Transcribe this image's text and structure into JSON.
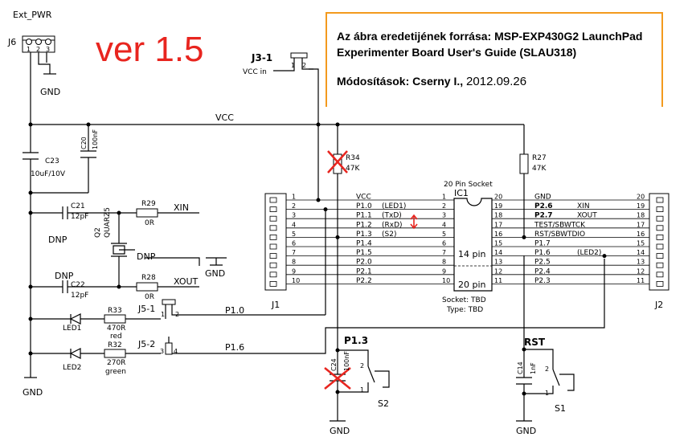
{
  "version_label": "ver 1.5",
  "info": {
    "source_line1": "Az ábra eredetijének forrása: MSP-EXP430G2 LaunchPad",
    "source_line2": "Experimenter Board User's Guide (SLAU318)",
    "mod_prefix": "Módosítások: Cserny I.,",
    "mod_date": "2012.09.26"
  },
  "accent_colors": {
    "info_border": "#f39a1e",
    "version_text": "#e8251f",
    "removed_mark": "#e8251f"
  },
  "labels": {
    "ext_pwr": "Ext_PWR",
    "j6": "J6",
    "gnd": "GND",
    "vcc": "VCC",
    "j3_1": "J3-1",
    "vcc_in": "VCC in",
    "c20_name": "C20",
    "c20_val": "100nF",
    "c23_name": "C23",
    "c23_val": "10uF/10V",
    "c21_name": "C21",
    "c21_val": "12pF",
    "c22_name": "C22",
    "c22_val": "12pF",
    "r29_name": "R29",
    "r29_val": "0R",
    "r28_name": "R28",
    "r28_val": "0R",
    "xin": "XIN",
    "xout": "XOUT",
    "dnp": "DNP",
    "q2_name": "Q2",
    "quarz5": "QUARZ5",
    "r33_name": "R33",
    "r33_val": "470R",
    "r33_col": "red",
    "r32_name": "R32",
    "r32_val": "270R",
    "r32_col": "green",
    "led1": "LED1",
    "led2": "LED2",
    "j5_1": "J5-1",
    "j5_2": "J5-2",
    "p1_0": "P1.0",
    "p1_6": "P1.6",
    "j1": "J1",
    "j2": "J2",
    "r34_name": "R34",
    "r34_val": "47K",
    "r27_name": "R27",
    "r27_val": "47K",
    "socket_title": "20 Pin Socket",
    "ic1": "IC1",
    "pin14": "14 pin",
    "pin20": "20 pin",
    "socket_tbd": "Socket: TBD",
    "type_tbd": "Type: TBD",
    "p1_3_btn": "P1.3",
    "rst_btn": "RST",
    "c24_name": "C24",
    "c24_val": "100nF",
    "c14_name": "C14",
    "c14_val": "1nF",
    "s2": "S2",
    "s1": "S1",
    "sw_pin1": "1",
    "sw_pin2": "2",
    "j5_pin1": "1",
    "j5_pin2": "2",
    "j5_pin3": "3",
    "j5_pin4": "4",
    "j6_pins": [
      "1",
      "2",
      "3"
    ],
    "j3_pins": [
      "1",
      "2"
    ]
  },
  "left_pins": [
    {
      "n": "1",
      "sig": "VCC",
      "alt": ""
    },
    {
      "n": "2",
      "sig": "P1.0",
      "alt": "(LED1)"
    },
    {
      "n": "3",
      "sig": "P1.1",
      "alt": "(TxD)"
    },
    {
      "n": "4",
      "sig": "P1.2",
      "alt": "(RxD)"
    },
    {
      "n": "5",
      "sig": "P1.3",
      "alt": "(S2)"
    },
    {
      "n": "6",
      "sig": "P1.4",
      "alt": ""
    },
    {
      "n": "7",
      "sig": "P1.5",
      "alt": ""
    },
    {
      "n": "8",
      "sig": "P2.0",
      "alt": ""
    },
    {
      "n": "9",
      "sig": "P2.1",
      "alt": ""
    },
    {
      "n": "10",
      "sig": "P2.2",
      "alt": ""
    }
  ],
  "right_pins": [
    {
      "n": "20",
      "sig": "GND",
      "alt": "",
      "bold": false
    },
    {
      "n": "19",
      "sig": "P2.6",
      "alt": "XIN",
      "bold": true
    },
    {
      "n": "18",
      "sig": "P2.7",
      "alt": "XOUT",
      "bold": true
    },
    {
      "n": "17",
      "sig": "TEST/SBWTCK",
      "alt": "",
      "bold": false
    },
    {
      "n": "16",
      "sig": "RST/SBWTDIO",
      "alt": "",
      "bold": false
    },
    {
      "n": "15",
      "sig": "P1.7",
      "alt": "",
      "bold": false
    },
    {
      "n": "14",
      "sig": "P1.6",
      "alt": "(LED2)",
      "bold": false
    },
    {
      "n": "13",
      "sig": "P2.5",
      "alt": "",
      "bold": false
    },
    {
      "n": "12",
      "sig": "P2.4",
      "alt": "",
      "bold": false
    },
    {
      "n": "11",
      "sig": "P2.3",
      "alt": "",
      "bold": false
    }
  ]
}
